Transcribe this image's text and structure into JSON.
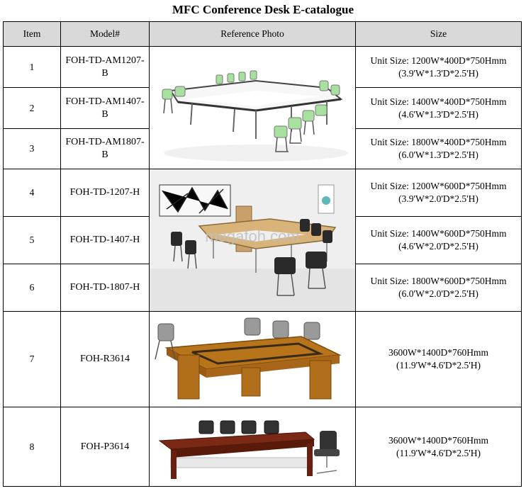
{
  "title": "MFC Conference Desk E-catalogue",
  "headers": {
    "item": "Item",
    "model": "Model#",
    "photo": "Reference Photo",
    "size": "Size"
  },
  "watermark": "megafoh.com",
  "rows": [
    {
      "item": "1",
      "model": "FOH-TD-AM1207-B",
      "size1": "Unit Size: 1200W*400D*750Hmm",
      "size2": "(3.9'W*1.3'D*2.5'H)"
    },
    {
      "item": "2",
      "model": "FOH-TD-AM1407-B",
      "size1": "Unit Size: 1400W*400D*750Hmm",
      "size2": "(4.6'W*1.3'D*2.5'H)"
    },
    {
      "item": "3",
      "model": "FOH-TD-AM1807-B",
      "size1": "Unit Size: 1800W*400D*750Hmm",
      "size2": "(6.0'W*1.3'D*2.5'H)"
    },
    {
      "item": "4",
      "model": "FOH-TD-1207-H",
      "size1": "Unit Size: 1200W*600D*750Hmm",
      "size2": "(3.9'W*2.0'D*2.5'H)"
    },
    {
      "item": "5",
      "model": "FOH-TD-1407-H",
      "size1": "Unit Size: 1400W*600D*750Hmm",
      "size2": "(4.6'W*2.0'D*2.5'H)"
    },
    {
      "item": "6",
      "model": "FOH-TD-1807-H",
      "size1": "Unit Size: 1800W*600D*750Hmm",
      "size2": "(6.0'W*2.0'D*2.5'H)"
    },
    {
      "item": "7",
      "model": "FOH-R3614",
      "size1": "3600W*1400D*760Hmm",
      "size2": "(11.9'W*4.6'D*2.5'H)"
    },
    {
      "item": "8",
      "model": "FOH-P3614",
      "size1": "3600W*1400D*760Hmm",
      "size2": "(11.9'W*4.6'D*2.5'H)"
    }
  ]
}
